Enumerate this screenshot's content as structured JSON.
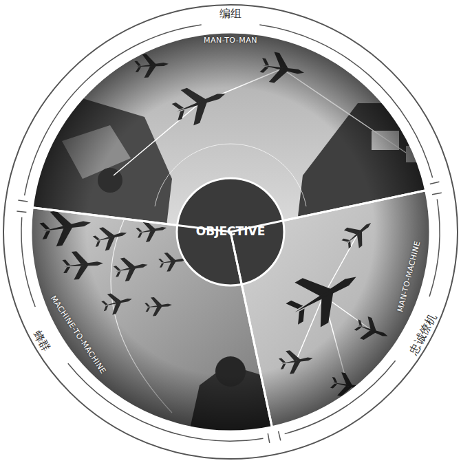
{
  "diagram": {
    "nodes": [
      {
        "text": [
          "编组",
          "MAN-TO-MAN"
        ]
      },
      {
        "text": [
          "OBJECTIVE"
        ]
      },
      {
        "text": [
          "蜂群",
          "MACHINE-TO-MACHINE"
        ]
      },
      {
        "text": [
          "忠诚僚机",
          "MAN-TO-MACHINE"
        ]
      }
    ]
  }
}
